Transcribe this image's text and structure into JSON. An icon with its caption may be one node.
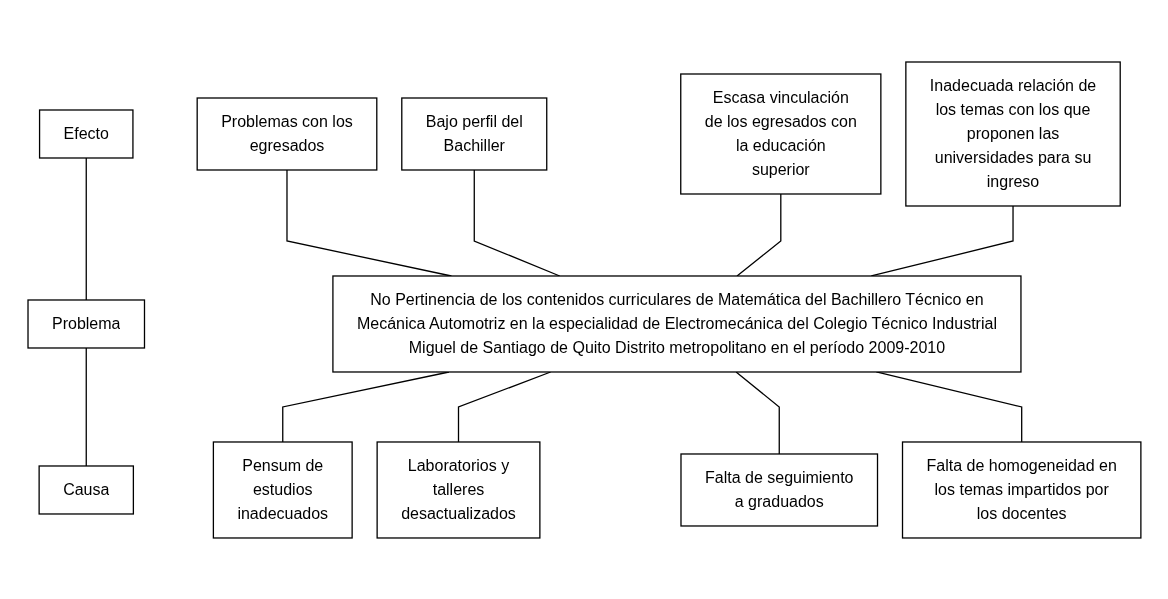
{
  "diagram": {
    "nodes": [
      {
        "text": [
          "Efecto"
        ]
      },
      {
        "text": [
          "Problema"
        ]
      },
      {
        "text": [
          "Causa"
        ]
      },
      {
        "text": [
          "Problemas con los egresados"
        ]
      },
      {
        "text": [
          "Bajo perfil del Bachiller"
        ]
      },
      {
        "text": [
          "Escasa vinculación de los egresados con la educación superior"
        ]
      },
      {
        "text": [
          "Inadecuada relación de los temas con los que proponen las universidades para su ingreso"
        ]
      },
      {
        "text": [
          "No Pertinencia de los contenidos curriculares de Matemática del Bachillero Técnico en Mecánica Automotriz en la especialidad de Electromecánica del Colegio Técnico Industrial Miguel de Santiago de Quito Distrito metropolitano en el período 2009-2010"
        ]
      },
      {
        "text": [
          "Pensum de estudios inadecuados"
        ]
      },
      {
        "text": [
          "Laboratorios y talleres desactualizados"
        ]
      },
      {
        "text": [
          "Falta de seguimiento a graduados"
        ]
      },
      {
        "text": [
          "Falta de homogeneidad en los temas impartidos por los docentes"
        ]
      }
    ],
    "edges": [
      {
        "from": 0,
        "to": 1,
        "arrow": "none"
      },
      {
        "from": 1,
        "to": 2,
        "arrow": "none"
      },
      {
        "from": 3,
        "to": 7,
        "arrow": "none"
      },
      {
        "from": 4,
        "to": 7,
        "arrow": "none"
      },
      {
        "from": 5,
        "to": 7,
        "arrow": "none"
      },
      {
        "from": 6,
        "to": 7,
        "arrow": "none"
      },
      {
        "from": 7,
        "to": 8,
        "arrow": "none"
      },
      {
        "from": 7,
        "to": 9,
        "arrow": "none"
      },
      {
        "from": 7,
        "to": 10,
        "arrow": "none"
      },
      {
        "from": 7,
        "to": 11,
        "arrow": "none"
      }
    ]
  }
}
